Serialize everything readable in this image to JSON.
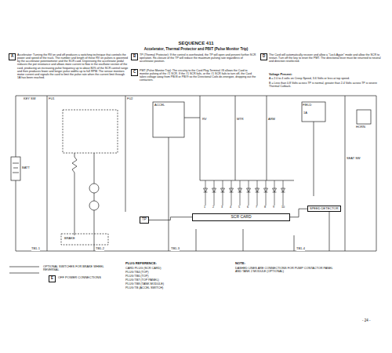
{
  "diagram": {
    "title": "SEQUENCE 411",
    "nodes": [
      {
        "text": [
          "A"
        ]
      },
      {
        "text": [
          "B"
        ]
      },
      {
        "text": [
          "C"
        ]
      },
      {
        "text": [
          "D"
        ]
      },
      {
        "text": [
          "E"
        ]
      },
      {
        "text": [
          "SCR CARD"
        ]
      },
      {
        "text": [
          "SPEED DETECTOR"
        ]
      },
      {
        "text": [
          "TP"
        ]
      }
    ],
    "edges": [
      {
        "from": 7,
        "to": 5,
        "arrow": "none"
      },
      {
        "from": 5,
        "to": 6,
        "arrow": "none"
      }
    ],
    "labels": [
      "Accelerator, Thermal Protector and PBIT (Pulse Monitor Trip)",
      "Accelerator: Turning the RV on and off produces a switching technique that controls the power and speed of the truck. The number and length of these RV on pulses is governed by the accelerator potentiometer and the SCR card. Depressing the accelerator pedal reduces the pot resistance and allows more current to flow in the oscillator section of the card, producing an increasing pulse frequency up to about 80% of the SCR control range and then produces fewer and longer pulse widths up to full RPM. The sensor monitors motor current and signals the card to limit the pulse rate when the current limit through 1A has been reached.",
      "TP (Thermal Protector): If the control is overheated, the TP will open and prevent further SCR operation. Re-closure of the TP will reduce the maximum pulsing rate regardless of accelerator position.",
      "PMT (Pulse Monitor Trip): The circuitry to the Card Plug Terminal #8 allows the Card to monitor pulsing of the #1 SCR. If the #1 SCR fails, or the #1 SCR fails to turn off, the Card takes voltage away from PB#8 or PB#9 so the Directional Coils de-energize, dropping out the contactors.",
      "The Card will automatically recover and allow a \"Lock Again\" mode and allow the SCR to restart. Turn off the key to reset the PMT. The directional lever must be returned to neutral and direction reselected.",
      "Voltage Present:",
      "A = 2.0 to 4 volts on Creep Speed, 3.6 Volts or less at top speed.",
      "B = Less than 0.8 Volts across TP is normal, greater than 2.4 Volts across TP is severe Thermal Cutback.",
      "BATT",
      "KEY SW",
      "FU1",
      "FU2",
      "TB1-1",
      "TB1-2",
      "TB1-3",
      "TB1-4",
      "ACCEL",
      "RV",
      "MTR",
      "ARM",
      "FIELD",
      "1A",
      "HORN",
      "BRAKE",
      "SEAT SW",
      "1",
      "2",
      "3",
      "4",
      "5",
      "6",
      "7",
      "8",
      "9",
      "10",
      "PLUG REFERENCE:",
      "CARD PLUG (SCR CARD)",
      "PLUG TB4 (TOP)",
      "PLUG TB6 (TOP)",
      "PLUG TB7 (TOP PANEL)",
      "PLUG TB8 (TANK MODULE)",
      "PLUG TB (ACCEL SWITCH)",
      "NOTE:",
      "DASHED LINES ARE CONNECTIONS FOR PUMP CONTACTOR PANEL AND TANK 2 MODULE (OPTIONAL)",
      "OPTIONAL SWITCHES FOR BRAKE WHEEL REVERSAL",
      "OFF POWER CONNECTIONS",
      "- 24 -"
    ]
  }
}
